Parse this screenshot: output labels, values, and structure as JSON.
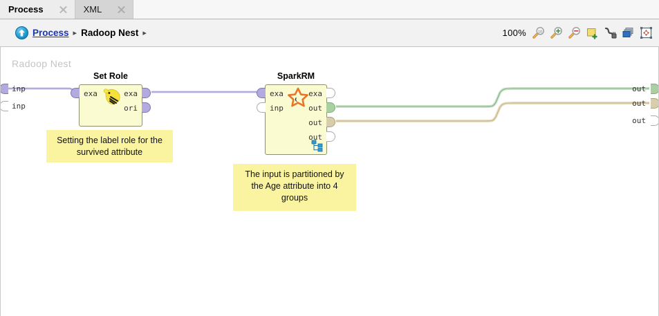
{
  "window": {
    "tabs": [
      {
        "label": "Process",
        "active": true,
        "close_icon": "close-icon"
      },
      {
        "label": "XML",
        "active": false,
        "close_icon": "close-icon"
      }
    ]
  },
  "breadcrumb": {
    "home_icon": "up-arrow-circle-icon",
    "root_label": "Process",
    "separator": "▸",
    "current_label": "Radoop Nest",
    "trailing_separator": "▸"
  },
  "toolbar": {
    "zoom_level": "100%",
    "buttons": [
      {
        "name": "zoom-reset-icon",
        "title": "Zoom 100%"
      },
      {
        "name": "zoom-in-icon",
        "title": "Zoom In"
      },
      {
        "name": "zoom-out-icon",
        "title": "Zoom Out"
      },
      {
        "name": "add-note-icon",
        "title": "Add Note"
      },
      {
        "name": "auto-wire-icon",
        "title": "Auto Wire"
      },
      {
        "name": "arrange-layers-icon",
        "title": "Arrange Operators"
      },
      {
        "name": "fit-to-screen-icon",
        "title": "Fit to Screen"
      }
    ]
  },
  "canvas": {
    "nest_title": "Radoop Nest",
    "left_ports": [
      {
        "label": "inp",
        "state": "connected"
      },
      {
        "label": "inp",
        "state": "empty"
      }
    ],
    "right_ports": [
      {
        "label": "out",
        "state": "connected-green"
      },
      {
        "label": "out",
        "state": "connected-tan"
      },
      {
        "label": "out",
        "state": "empty"
      }
    ],
    "operators": [
      {
        "name": "set-role",
        "title": "Set Role",
        "icon": "hive-bee-icon",
        "inputs": [
          {
            "label": "exa",
            "state": "connected"
          }
        ],
        "outputs": [
          {
            "label": "exa",
            "state": "connected"
          },
          {
            "label": "ori",
            "state": "connected"
          }
        ],
        "has_subprocess": false
      },
      {
        "name": "spark-rm",
        "title": "SparkRM",
        "icon": "spark-star-icon",
        "inputs": [
          {
            "label": "exa",
            "state": "connected"
          },
          {
            "label": "inp",
            "state": "empty"
          }
        ],
        "outputs": [
          {
            "label": "exa",
            "state": "empty"
          },
          {
            "label": "out",
            "state": "connected-green"
          },
          {
            "label": "out",
            "state": "connected-tan"
          },
          {
            "label": "out",
            "state": "empty"
          }
        ],
        "has_subprocess": true,
        "subprocess_icon": "subprocess-tree-icon"
      }
    ],
    "notes": [
      {
        "name": "note-set-role",
        "text": "Setting the label role for the\nsurvived attribute"
      },
      {
        "name": "note-spark-rm",
        "text": "The input is partitioned by\nthe Age attribute into 4\ngroups"
      }
    ]
  },
  "colors": {
    "operator_fill": "#fbfbd2",
    "note_fill": "#faf3a0",
    "port_purple": "#b3abdf",
    "port_green": "#a9cfa3",
    "port_tan": "#d9ceab",
    "wire_purple": "#9a93cf",
    "wire_green": "#7fb184",
    "wire_tan": "#c3b483",
    "link_blue": "#1b35b5",
    "nest_title_gray": "#c4c4c4"
  }
}
